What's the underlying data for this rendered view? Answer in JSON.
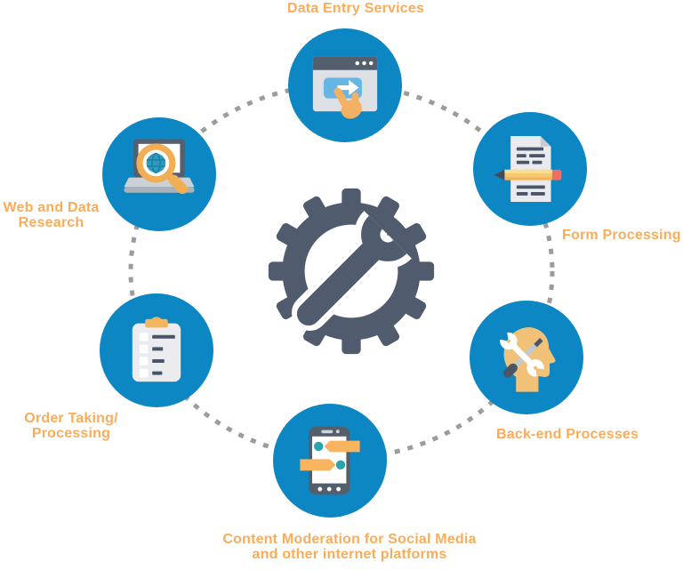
{
  "diagram": {
    "center_icon": "gear-wrench-icon",
    "nodes": {
      "data_entry": {
        "label": "Data Entry Services",
        "icon": "browser-click-icon"
      },
      "form_processing": {
        "label": "Form Processing",
        "icon": "document-pencil-icon"
      },
      "back_end": {
        "label": "Back-end Processes",
        "icon": "head-tools-icon"
      },
      "content_moderation": {
        "label": "Content Moderation for Social Media\nand other internet platforms",
        "icon": "phone-chat-icon"
      },
      "order_taking": {
        "label": "Order Taking/\nProcessing",
        "icon": "clipboard-checklist-icon"
      },
      "web_research": {
        "label": "Web and Data\nResearch",
        "icon": "laptop-search-icon"
      }
    },
    "colors": {
      "node_blue": "#0d86c4",
      "label_orange": "#fbac59",
      "slate_dark": "#505b6d",
      "dashed_ring_gray": "#9c9c9c",
      "accent_yellow": "#f5b55d",
      "accent_teal": "#2ba3ae",
      "accent_red": "#ef6f64",
      "light_gray": "#e9ebee"
    }
  }
}
